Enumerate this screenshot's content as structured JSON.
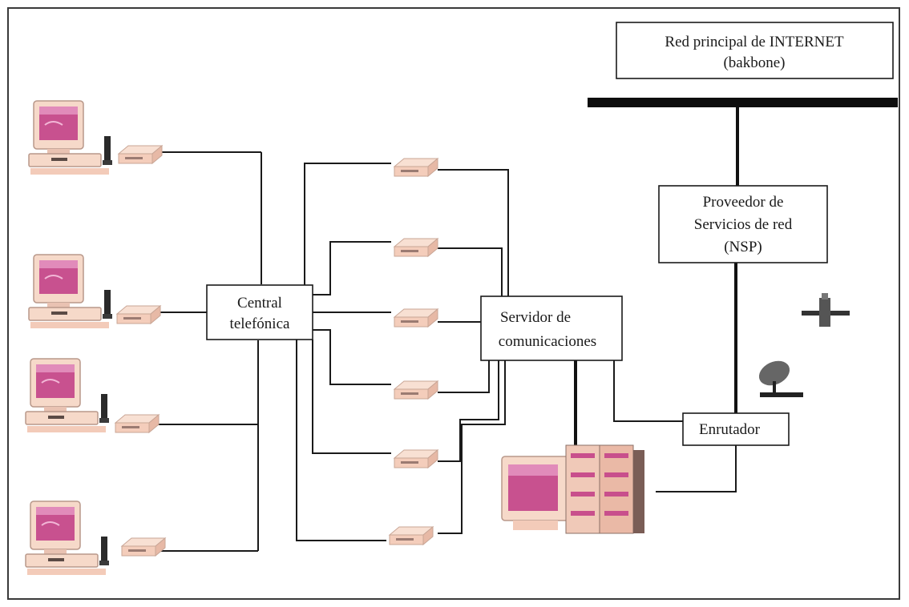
{
  "diagram": {
    "backbone_box": {
      "line1": "Red principal de INTERNET",
      "line2": "(bakbone)"
    },
    "nsp_box": {
      "line1": "Proveedor de",
      "line2": "Servicios de red",
      "line3": "(NSP)"
    },
    "central_box": {
      "line1": "Central",
      "line2": "telefónica"
    },
    "server_box": {
      "line1": "Servidor de",
      "line2": "comunicaciones"
    },
    "router_box": {
      "label": "Enrutador"
    }
  },
  "colors": {
    "monitor_casing": "#f6d9c9",
    "screen": "#c8518f",
    "screen_highlight": "#e79ac4",
    "modem": "#f4cdbb",
    "server_tower": "#f0c9b8",
    "server_stripe": "#c84f8c",
    "line": "#1a1a1a"
  },
  "icons": [
    "desktop-computer-icon",
    "modem-icon",
    "server-rack-icon",
    "satellite-icon",
    "satellite-dish-icon"
  ]
}
